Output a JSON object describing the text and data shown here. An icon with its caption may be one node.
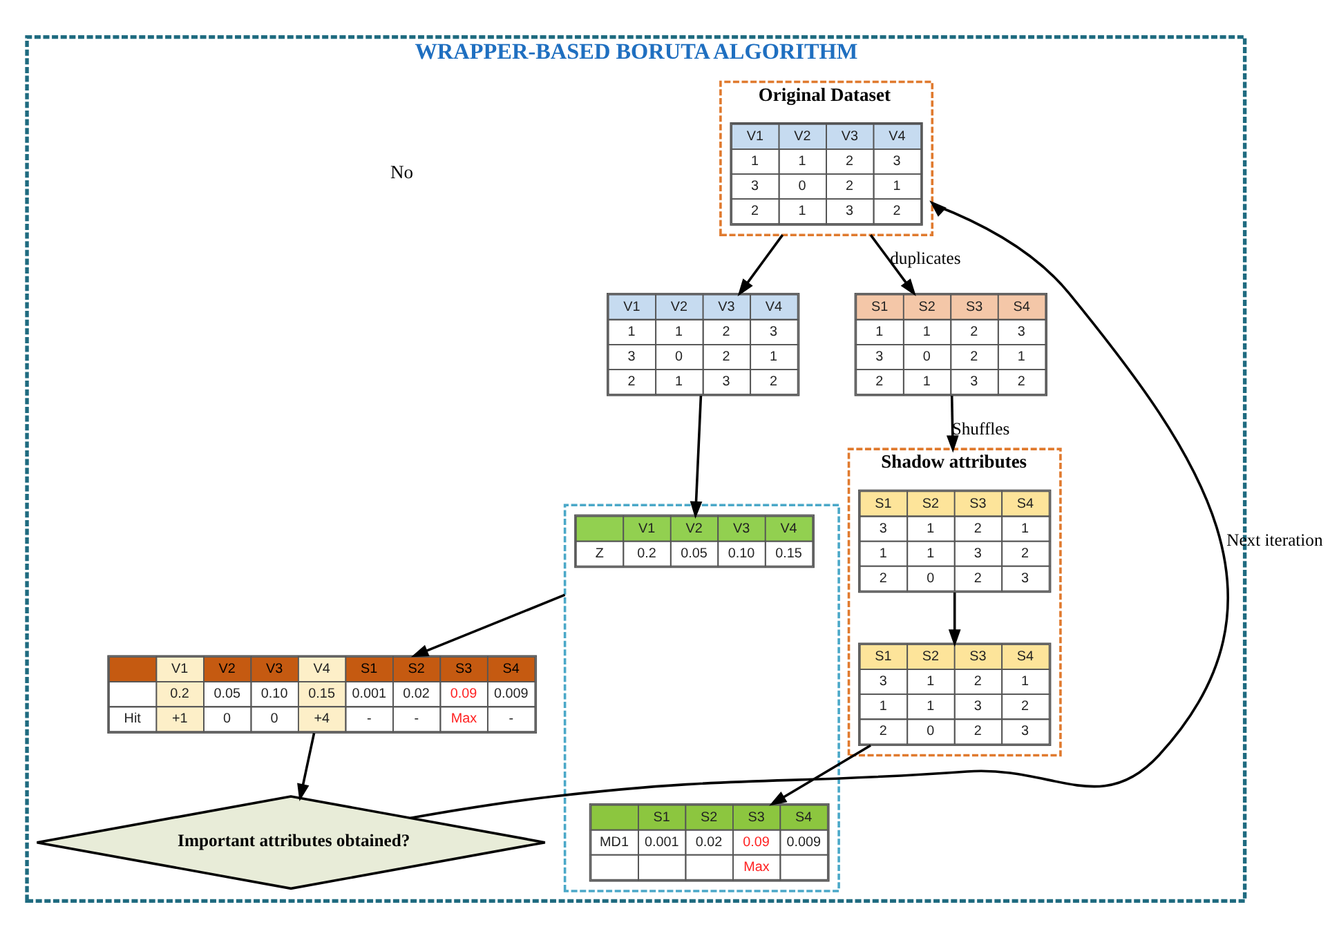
{
  "diagram": {
    "nodes": [
      {
        "text": [
          "WRAPPER-BASED BORUTA ALGORITHM"
        ]
      },
      {
        "text": [
          "Original Dataset"
        ],
        "in": 0
      },
      {
        "text": [
          "V1",
          "V2",
          "V3",
          "V4",
          "1",
          "1",
          "2",
          "3",
          "3",
          "0",
          "2",
          "1",
          "2",
          "1",
          "3",
          "2"
        ],
        "in": 1
      },
      {
        "text": [
          "S1",
          "S2",
          "S3",
          "S4",
          "1",
          "1",
          "2",
          "3",
          "3",
          "0",
          "2",
          "1",
          "2",
          "1",
          "3",
          "2"
        ],
        "in": 0
      },
      {
        "text": [
          "Shadow attributes"
        ],
        "in": 0
      },
      {
        "text": [
          "S1",
          "S2",
          "S3",
          "S4",
          "3",
          "1",
          "2",
          "1",
          "1",
          "1",
          "3",
          "2",
          "2",
          "0",
          "2",
          "3"
        ],
        "in": 4
      },
      {
        "text": [
          "S1",
          "S2",
          "S3",
          "S4",
          "3",
          "1",
          "2",
          "1",
          "1",
          "1",
          "3",
          "2",
          "2",
          "0",
          "2",
          "3"
        ],
        "in": 4
      },
      {
        "text": [
          "V1",
          "V2",
          "V3",
          "V4",
          "1",
          "1",
          "2",
          "3",
          "3",
          "0",
          "2",
          "1",
          "2",
          "1",
          "3",
          "2"
        ],
        "in": 0
      },
      {
        "text": [],
        "shape": "box",
        "in": 0
      },
      {
        "text": [
          "V1",
          "V2",
          "V3",
          "V4",
          "Z",
          "0.2",
          "0.05",
          "0.10",
          "0.15"
        ],
        "in": 8
      },
      {
        "text": [
          "S1",
          "S2",
          "S3",
          "S4",
          "MD1",
          "0.001",
          "0.02",
          "0.09",
          "0.009",
          "Max"
        ],
        "in": 8
      },
      {
        "text": [
          "V1",
          "V2",
          "V3",
          "V4",
          "S1",
          "S2",
          "S3",
          "S4",
          "0.2",
          "0.05",
          "0.10",
          "0.15",
          "0.001",
          "0.02",
          "0.09",
          "0.009",
          "Hit",
          "+1",
          "0",
          "0",
          "+4",
          "-",
          "-",
          "Max",
          "-"
        ],
        "in": 0
      },
      {
        "text": [
          "Important attributes obtained?"
        ],
        "in": 0
      }
    ],
    "edges": [
      {
        "from": 1,
        "to": 3,
        "arrow": "to",
        "label": "duplicates"
      },
      {
        "from": 3,
        "to": 4,
        "arrow": "to",
        "label": "Shuffles"
      },
      {
        "from": 5,
        "to": 6,
        "arrow": "to"
      },
      {
        "from": 1,
        "to": 7,
        "arrow": "to"
      },
      {
        "from": 7,
        "to": 9,
        "arrow": "to"
      },
      {
        "from": 6,
        "to": 10,
        "arrow": "to"
      },
      {
        "from": 8,
        "to": 11,
        "arrow": "to"
      },
      {
        "from": 11,
        "to": 12,
        "arrow": "to"
      },
      {
        "from": 12,
        "to": 1,
        "arrow": "to",
        "label": "Next iteration"
      }
    ],
    "labels": [
      "No"
    ]
  }
}
